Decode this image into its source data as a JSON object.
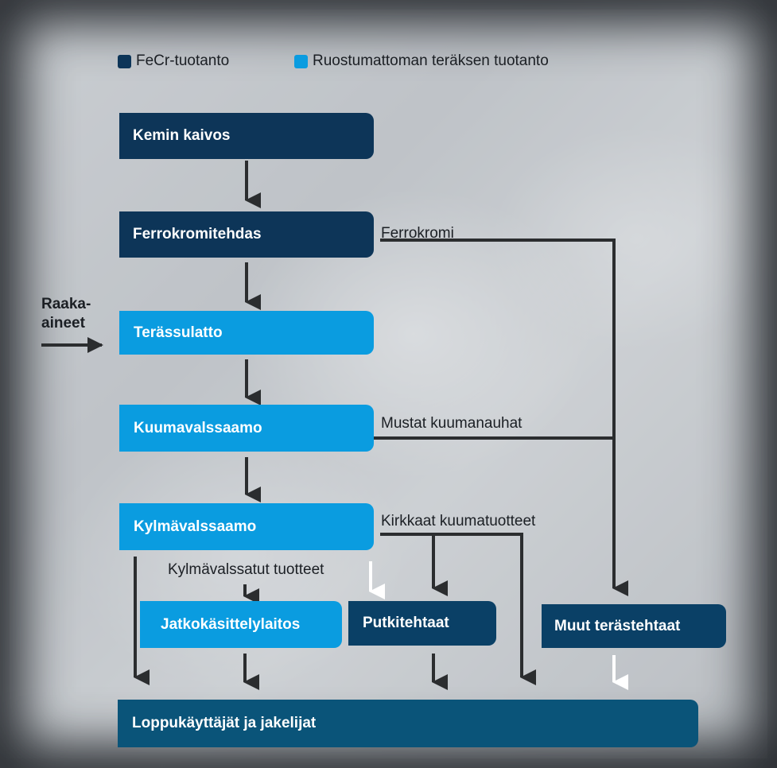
{
  "legend": {
    "items": [
      {
        "label": "FeCr-tuotanto",
        "color": "#0d3558"
      },
      {
        "label": "Ruostumattoman teräksen tuotanto",
        "color": "#0a9ce0"
      }
    ]
  },
  "boxes": {
    "kemi_mine": "Kemin kaivos",
    "ferrochrome_works": "Ferrokromitehdas",
    "steel_melt": "Terässulatto",
    "hot_rolling": "Kuumavalssaamo",
    "cold_rolling": "Kylmävalssaamo",
    "further_processing": "Jatkokäsittelylaitos",
    "tube_mills": "Putkitehtaat",
    "other_steel_mills": "Muut terästehtaat",
    "end_users": "Loppukäyttäjät ja jakelijat"
  },
  "flow_labels": {
    "ferrochrome": "Ferrokromi",
    "black_hot_strip": "Mustat kuumanauhat",
    "bright_hot_products": "Kirkkaat kuumatuotteet",
    "cold_rolled_products": "Kylmävalssatut tuotteet"
  },
  "raw_materials": {
    "line1": "Raaka-",
    "line2": "aineet"
  },
  "colors": {
    "fecr_dark": "#0d3558",
    "stainless_light": "#0a9ce0",
    "end_users_teal": "#0a5479",
    "arrow": "#2b2d2f",
    "arrow_white": "#ffffff"
  }
}
